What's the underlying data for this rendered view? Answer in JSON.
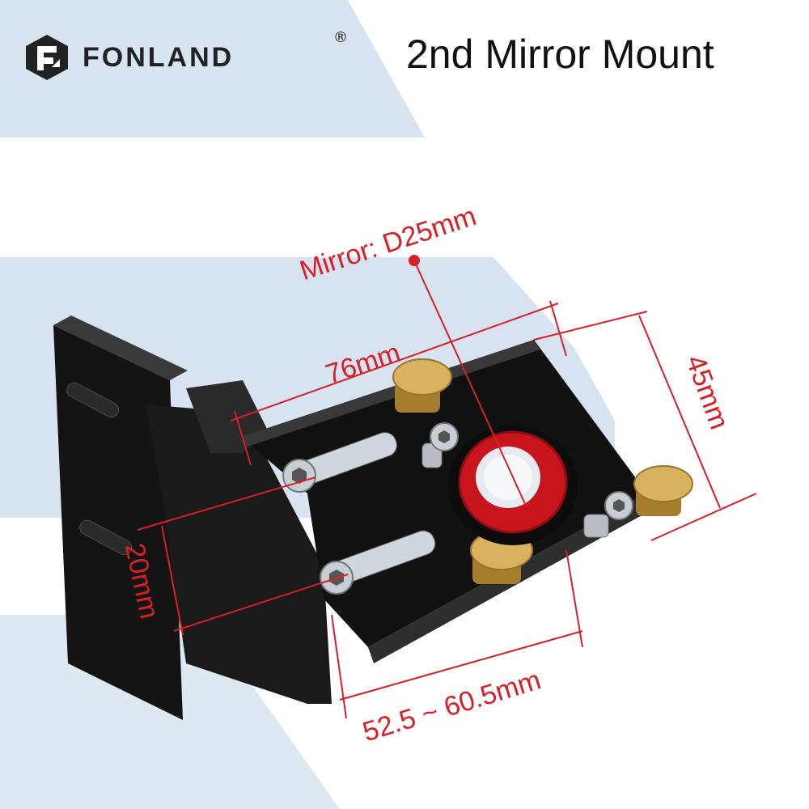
{
  "brand": {
    "name": "FONLAND",
    "registered_mark": "®",
    "logo_icon": "fonland-logo-icon"
  },
  "title": "2nd Mirror Mount",
  "dimensions": {
    "mirror": "Mirror: D25mm",
    "width": "76mm",
    "height": "45mm",
    "slot": "20mm",
    "adjust_range": "52.5 ~ 60.5mm"
  },
  "colors": {
    "dimension_red": "#d91f26",
    "panel_blue": "#d6e3f0",
    "mount_black": "#141414",
    "brass": "#c9a04a",
    "mirror_ring_red": "#c8141c"
  }
}
